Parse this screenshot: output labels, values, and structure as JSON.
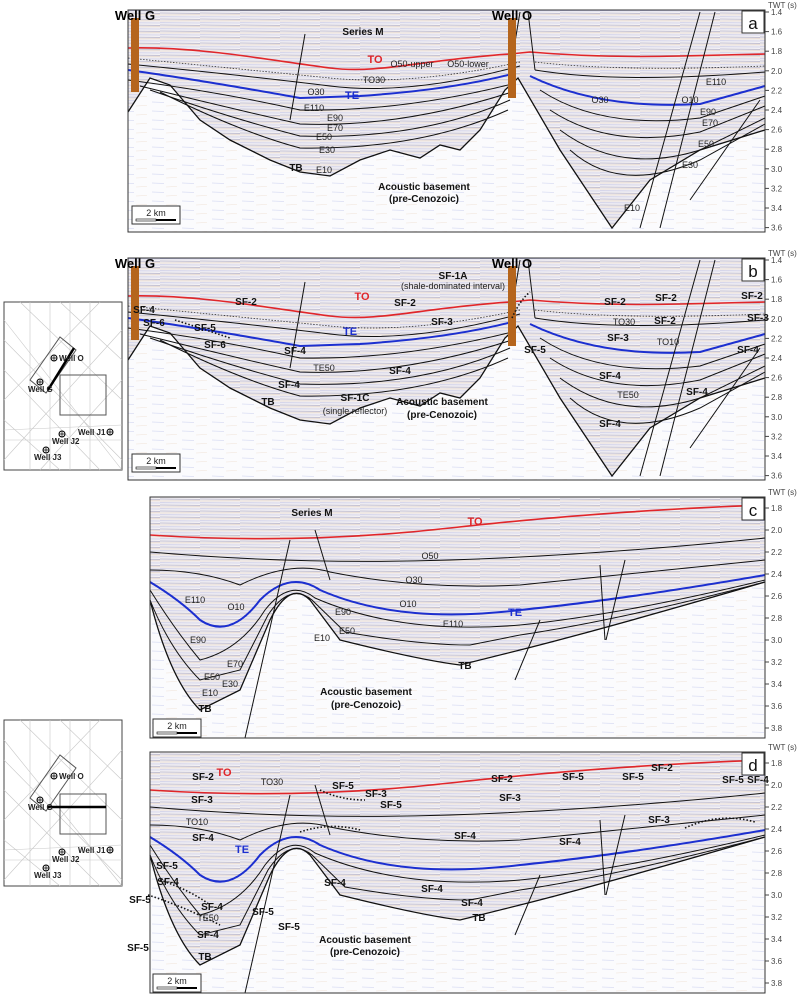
{
  "axis_title": "TWT (s)",
  "scale_bar": "2 km",
  "colors": {
    "TO": "#e0262a",
    "TE": "#1c2fd0",
    "horizon": "#111111",
    "well_log": "#b5651d"
  },
  "panels": {
    "a": {
      "letter": "a",
      "ticks": [
        "1.4",
        "1.6",
        "1.8",
        "2.0",
        "2.2",
        "2.4",
        "2.6",
        "2.8",
        "3.0",
        "3.2",
        "3.4",
        "3.6"
      ],
      "wells": [
        "Well G",
        "Well O"
      ],
      "labels": [
        "Series M",
        "TO",
        "O50-upper",
        "O50-lower",
        "TO30",
        "O30",
        "TE",
        "E110",
        "E90",
        "E70",
        "E50",
        "E30",
        "E10",
        "TB",
        "Acoustic basement",
        "(pre-Cenozoic)",
        "O30",
        "O10",
        "E110",
        "E90",
        "E70",
        "E50",
        "E30",
        "E10"
      ]
    },
    "b": {
      "letter": "b",
      "ticks": [
        "1.4",
        "1.6",
        "1.8",
        "2.0",
        "2.2",
        "2.4",
        "2.6",
        "2.8",
        "3.0",
        "3.2",
        "3.4",
        "3.6"
      ],
      "wells": [
        "Well G",
        "Well O"
      ],
      "labels": [
        "SF-1A",
        "(shale-dominated interval)",
        "SF-2",
        "TO",
        "SF-2",
        "SF-3",
        "TE",
        "SF-4",
        "SF-6",
        "SF-5",
        "SF-6",
        "SF-4",
        "TE50",
        "SF-4",
        "SF-4",
        "TB",
        "SF-1C",
        "(single reflector)",
        "Acoustic basement",
        "(pre-Cenozoic)",
        "SF-5",
        "SF-2",
        "SF-2",
        "SF-2",
        "TO30",
        "SF-2",
        "SF-3",
        "SF-3",
        "TO10",
        "SF-4",
        "SF-4",
        "TE50",
        "SF-4",
        "SF-4"
      ]
    },
    "c": {
      "letter": "c",
      "ticks": [
        "1.8",
        "2.0",
        "2.2",
        "2.4",
        "2.6",
        "2.8",
        "3.0",
        "3.2",
        "3.4",
        "3.6",
        "3.8"
      ],
      "labels": [
        "Series M",
        "TO",
        "O50",
        "O30",
        "E110",
        "O10",
        "O10",
        "E90",
        "TE",
        "E110",
        "E50",
        "E10",
        "E90",
        "E70",
        "E50",
        "E30",
        "E10",
        "TB",
        "TB",
        "Acoustic basement",
        "(pre-Cenozoic)"
      ]
    },
    "d": {
      "letter": "d",
      "ticks": [
        "1.8",
        "2.0",
        "2.2",
        "2.4",
        "2.6",
        "2.8",
        "3.0",
        "3.2",
        "3.4",
        "3.6",
        "3.8"
      ],
      "labels": [
        "SF-2",
        "TO",
        "TO30",
        "SF-2",
        "SF-2",
        "SF-5",
        "SF-4",
        "SF-3",
        "SF-5",
        "SF-3",
        "SF-5",
        "SF-3",
        "SF-5",
        "SF-5",
        "SF-3",
        "TO10",
        "SF-4",
        "TE",
        "SF-4",
        "SF-4",
        "SF-5",
        "SF-4",
        "SF-5",
        "SF-4",
        "TE50",
        "SF-5",
        "SF-5",
        "SF-4",
        "SF-4",
        "SF-4",
        "TB",
        "SF-5",
        "SF-4",
        "TB",
        "Acoustic basement",
        "(pre-Cenozoic)"
      ]
    }
  },
  "location_map": {
    "wells": [
      "Well O",
      "Well G",
      "Well J2",
      "Well J1",
      "Well J3"
    ]
  }
}
